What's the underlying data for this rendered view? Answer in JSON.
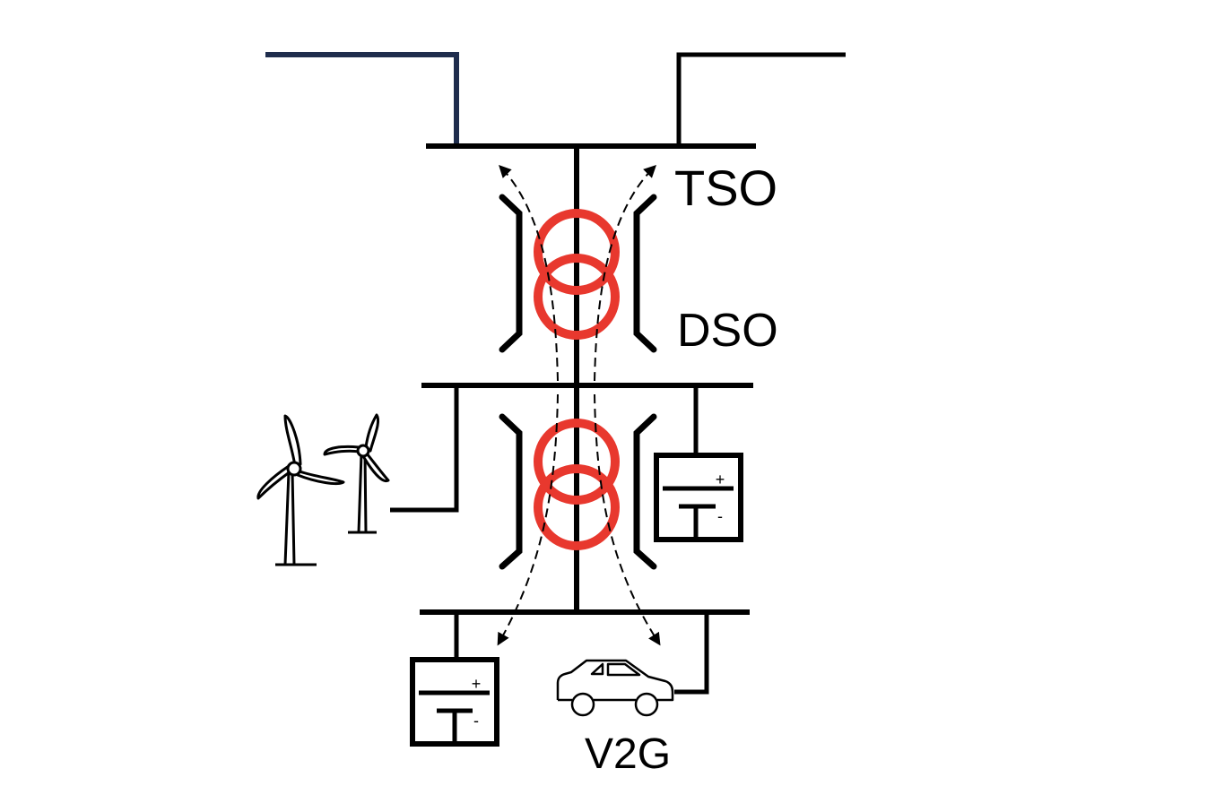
{
  "labels": {
    "tso": "TSO",
    "dso": "DSO",
    "v2g": "V2G"
  },
  "battery": {
    "plus": "+",
    "minus": "-"
  },
  "colors": {
    "line": "#000000",
    "incoming_feeder": "#1f2d4d",
    "transformer": "#e8382e",
    "background": "#ffffff"
  },
  "icons": [
    "wind-turbine-icon",
    "battery-icon",
    "electric-car-icon",
    "transformer-icon",
    "flow-arrow-icon"
  ]
}
